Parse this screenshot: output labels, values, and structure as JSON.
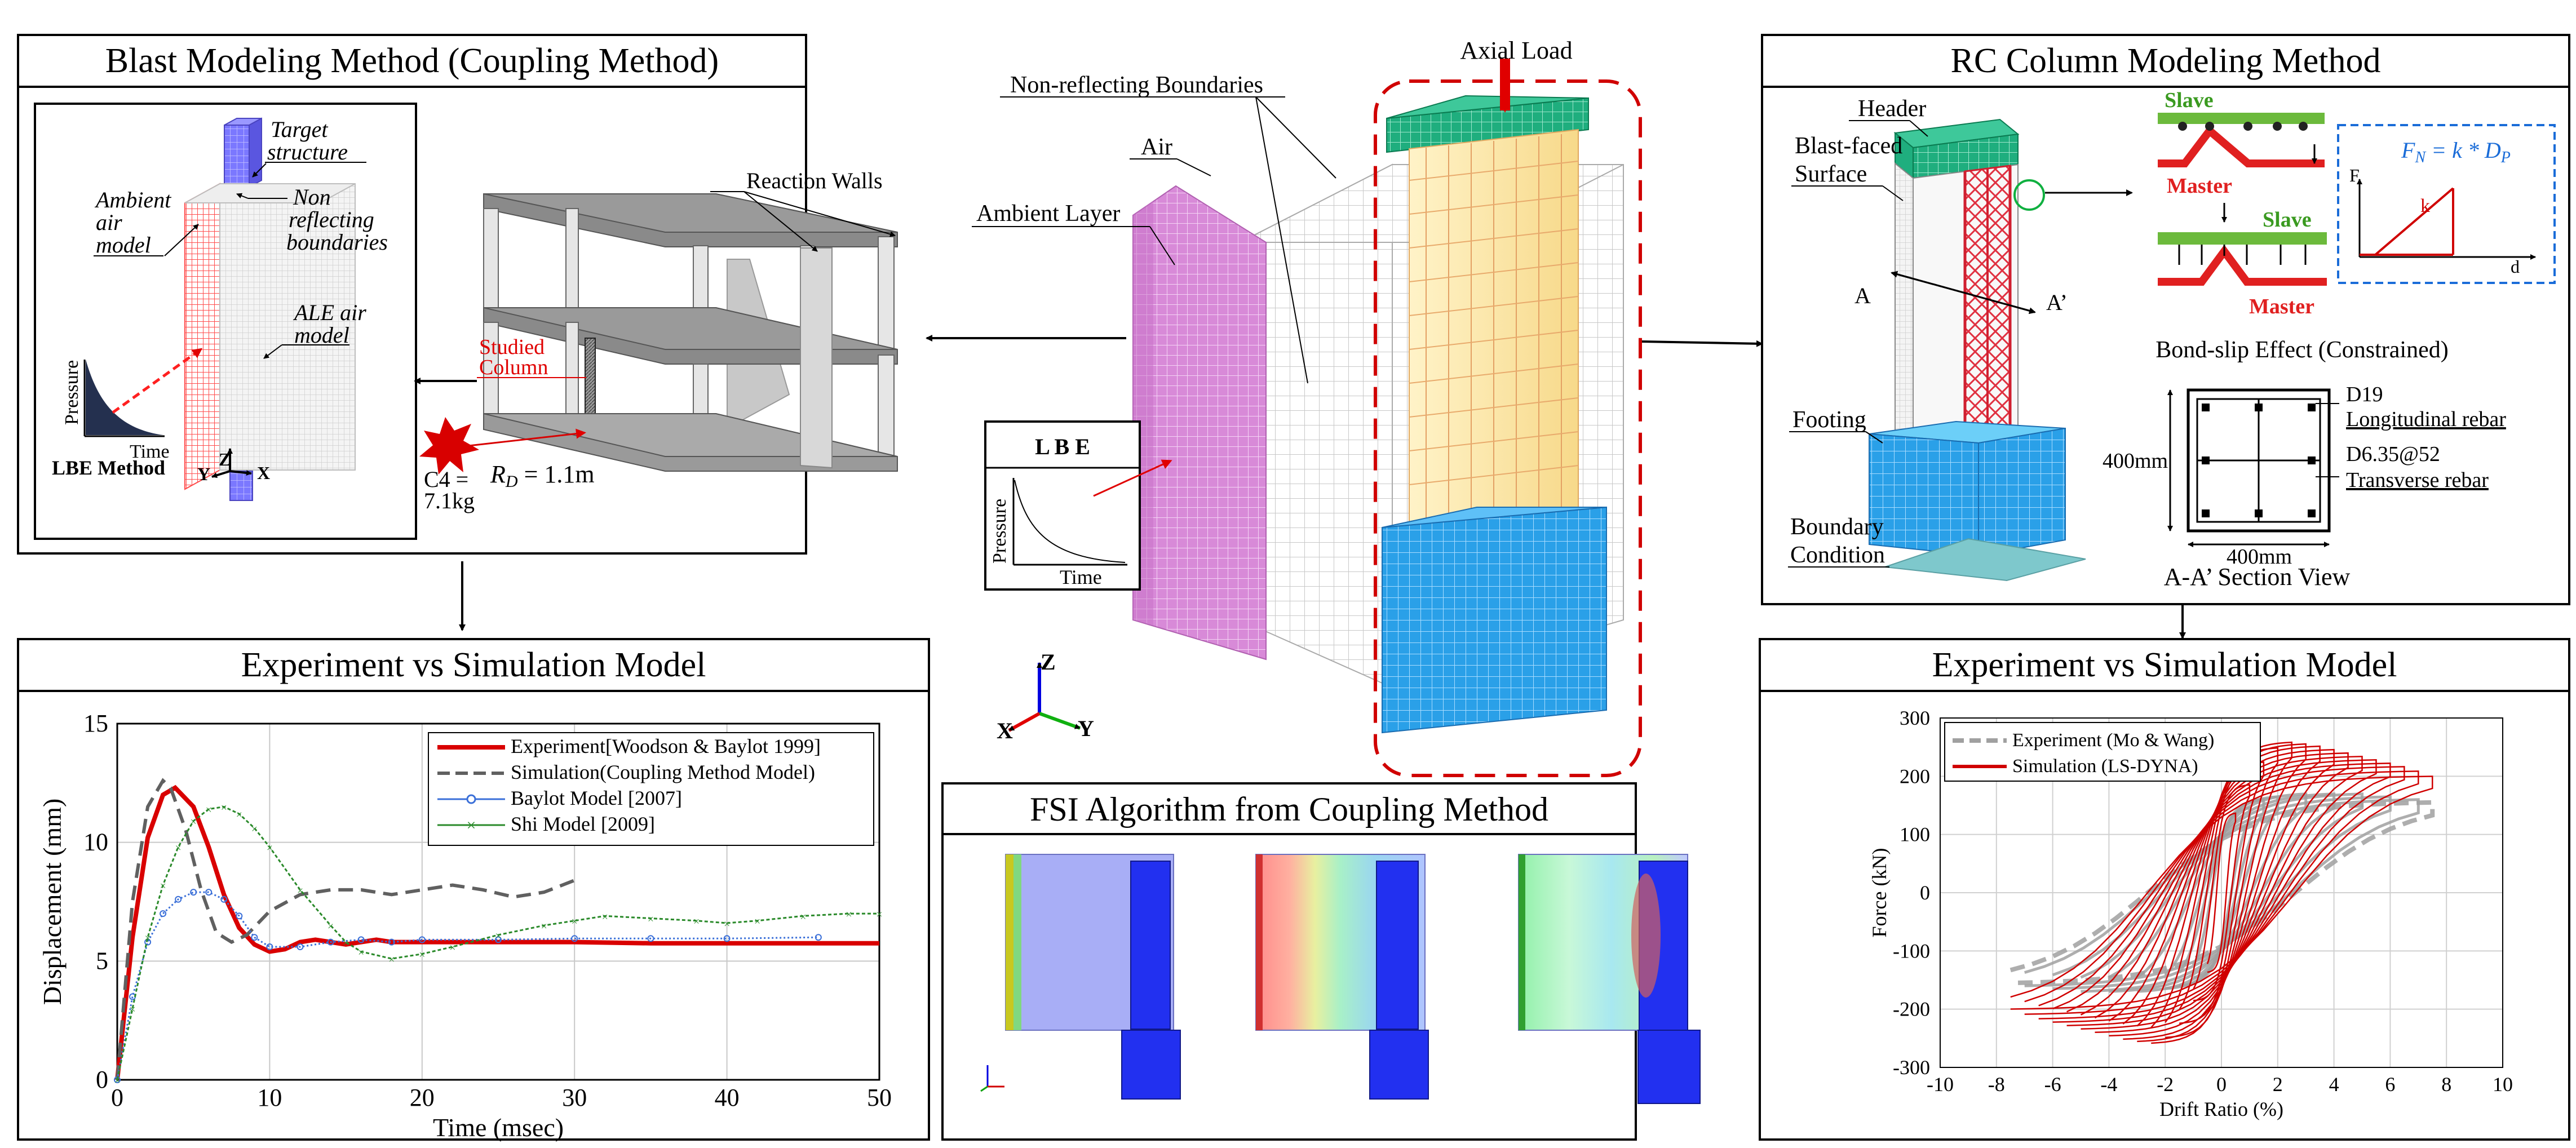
{
  "panels": {
    "blast": {
      "title": "Blast Modeling Method (Coupling Method)",
      "target_structure": [
        "Target",
        "structure"
      ],
      "ambient_air_model": [
        "Ambient",
        "air",
        "model"
      ],
      "non_reflecting": [
        "Non",
        "reflecting",
        "boundaries"
      ],
      "ale_air_model": [
        "ALE air",
        "model"
      ],
      "pressure_label": "Pressure",
      "time_label": "Time",
      "lbe_method": "LBE Method",
      "axis_z": "Z",
      "axis_y": "Y",
      "axis_x": "X",
      "reaction_walls": "Reaction Walls",
      "studied_column": [
        "Studied",
        "Column"
      ],
      "charge": [
        "C4 =",
        "7.1kg"
      ],
      "standoff": "R",
      "standoff_sub": "D",
      "standoff_value": " = 1.1m"
    },
    "center": {
      "axial_load": "Axial Load",
      "non_reflecting_boundaries": "Non-reflecting Boundaries",
      "air": "Air",
      "ambient_layer": "Ambient Layer",
      "lbe_box_title": "L B E",
      "lbe_pressure": "Pressure",
      "lbe_time": "Time",
      "axis_z": "Z",
      "axis_x": "X",
      "axis_y": "Y"
    },
    "rc": {
      "title": "RC Column Modeling Method",
      "header": "Header",
      "blast_faced": [
        "Blast-faced",
        "Surface"
      ],
      "a": "A",
      "a_prime": "A’",
      "footing": "Footing",
      "boundary": [
        "Boundary",
        "Condition"
      ],
      "slave1": "Slave",
      "master1": "Master",
      "slave2": "Slave",
      "master2": "Master",
      "formula_lhs": "F",
      "formula_sub": "N",
      "formula_rhs": " = k * D",
      "formula_rhs_sub": "P",
      "graph_f": "F",
      "graph_k": "k",
      "graph_d": "d",
      "bond_slip": "Bond-slip Effect (Constrained)",
      "d19": "D19",
      "longitudinal": "Longitudinal rebar",
      "d635": "D6.35@52",
      "transverse": "Transverse rebar",
      "dim_v": "400mm",
      "dim_h": "400mm",
      "section_view": "A-A’ Section View"
    },
    "exp_left": {
      "title": "Experiment vs Simulation Model"
    },
    "fsi": {
      "title": "FSI Algorithm from Coupling Method"
    },
    "exp_right": {
      "title": "Experiment vs Simulation Model"
    }
  },
  "chart_data": [
    {
      "type": "line",
      "xlabel": "Time (msec)",
      "ylabel": "Displacement (mm)",
      "xlim": [
        0,
        50
      ],
      "ylim": [
        0,
        15
      ],
      "xticks": [
        0,
        10,
        20,
        30,
        40,
        50
      ],
      "yticks": [
        0,
        5,
        10,
        15
      ],
      "grid": true,
      "legend_position": "top-right",
      "series": [
        {
          "name": "Experiment[Woodson & Baylot 1999]",
          "color": "#d90000",
          "x": [
            0,
            1,
            2,
            3,
            3.8,
            5,
            6,
            7,
            8,
            9,
            10,
            11,
            12,
            13,
            14,
            15,
            16,
            17,
            18,
            20,
            22,
            25,
            30,
            35,
            40,
            45,
            50
          ],
          "y": [
            0,
            6.0,
            10.2,
            12.0,
            12.3,
            11.5,
            9.8,
            7.8,
            6.4,
            5.7,
            5.4,
            5.5,
            5.8,
            5.9,
            5.8,
            5.7,
            5.8,
            5.9,
            5.8,
            5.8,
            5.8,
            5.8,
            5.8,
            5.75,
            5.75,
            5.75,
            5.75
          ]
        },
        {
          "name": "Simulation(Coupling Method Model)",
          "color": "#606060",
          "x": [
            0,
            1,
            2,
            3,
            3.5,
            4.5,
            5.5,
            6.5,
            7.5,
            8.5,
            10,
            12,
            14,
            16,
            18,
            20,
            22,
            24,
            26,
            28,
            30
          ],
          "y": [
            0,
            7.5,
            11.5,
            12.6,
            12.3,
            10.5,
            8.0,
            6.2,
            5.8,
            6.1,
            7.1,
            7.8,
            8.0,
            8.0,
            7.8,
            8.0,
            8.2,
            8.0,
            7.7,
            7.9,
            8.4
          ]
        },
        {
          "name": "Baylot Model [2007]",
          "color": "#3a6fd8",
          "x": [
            0,
            1,
            2,
            3,
            4,
            5,
            6,
            7,
            8,
            9,
            10,
            12,
            14,
            16,
            18,
            20,
            25,
            30,
            35,
            40,
            46
          ],
          "y": [
            0,
            3.5,
            5.8,
            7.0,
            7.6,
            7.9,
            7.9,
            7.6,
            6.9,
            6.0,
            5.6,
            5.6,
            5.8,
            5.9,
            5.8,
            5.9,
            5.9,
            5.95,
            5.95,
            5.95,
            6.0
          ]
        },
        {
          "name": "Shi Model [2009]",
          "color": "#2a8a2a",
          "x": [
            0,
            1,
            2,
            3,
            4,
            5,
            6,
            7,
            8,
            9,
            10,
            12,
            14,
            15,
            16,
            18,
            20,
            22,
            25,
            28,
            30,
            32,
            35,
            38,
            40,
            42,
            45,
            48,
            50
          ],
          "y": [
            0,
            3.0,
            6.0,
            8.2,
            9.8,
            10.9,
            11.4,
            11.5,
            11.2,
            10.6,
            9.8,
            8.0,
            6.5,
            5.8,
            5.4,
            5.1,
            5.3,
            5.6,
            6.1,
            6.5,
            6.7,
            6.9,
            6.8,
            6.7,
            6.6,
            6.7,
            6.9,
            7.0,
            7.0
          ]
        }
      ]
    },
    {
      "type": "line",
      "xlabel": "Drift Ratio (%)",
      "ylabel": "Force (kN)",
      "xlim": [
        -10,
        10
      ],
      "ylim": [
        -300,
        300
      ],
      "xticks": [
        -10,
        -8,
        -6,
        -4,
        -2,
        0,
        2,
        4,
        6,
        8,
        10
      ],
      "yticks": [
        -300,
        -200,
        -100,
        0,
        100,
        200,
        300
      ],
      "grid": true,
      "legend_position": "top-left",
      "series": [
        {
          "name": "Experiment (Mo & Wang)",
          "color": "#a0a0a0",
          "style": "dashed",
          "peaks": [
            1.0,
            1.5,
            2.0,
            3.0,
            4.0,
            5.0,
            6.0,
            7.0,
            7.5
          ],
          "peak_force": [
            150,
            165,
            170,
            175,
            175,
            175,
            170,
            165,
            160
          ]
        },
        {
          "name": "Simulation (LS-DYNA)",
          "color": "#d00000",
          "style": "solid",
          "peaks": [
            0.5,
            1.0,
            1.5,
            2.0,
            2.5,
            3.0,
            3.5,
            4.0,
            4.5,
            5.0,
            5.5,
            6.0,
            6.5,
            7.0,
            7.5
          ],
          "peak_force": [
            140,
            190,
            230,
            255,
            265,
            262,
            258,
            252,
            246,
            240,
            234,
            228,
            222,
            214,
            205
          ]
        }
      ]
    }
  ]
}
